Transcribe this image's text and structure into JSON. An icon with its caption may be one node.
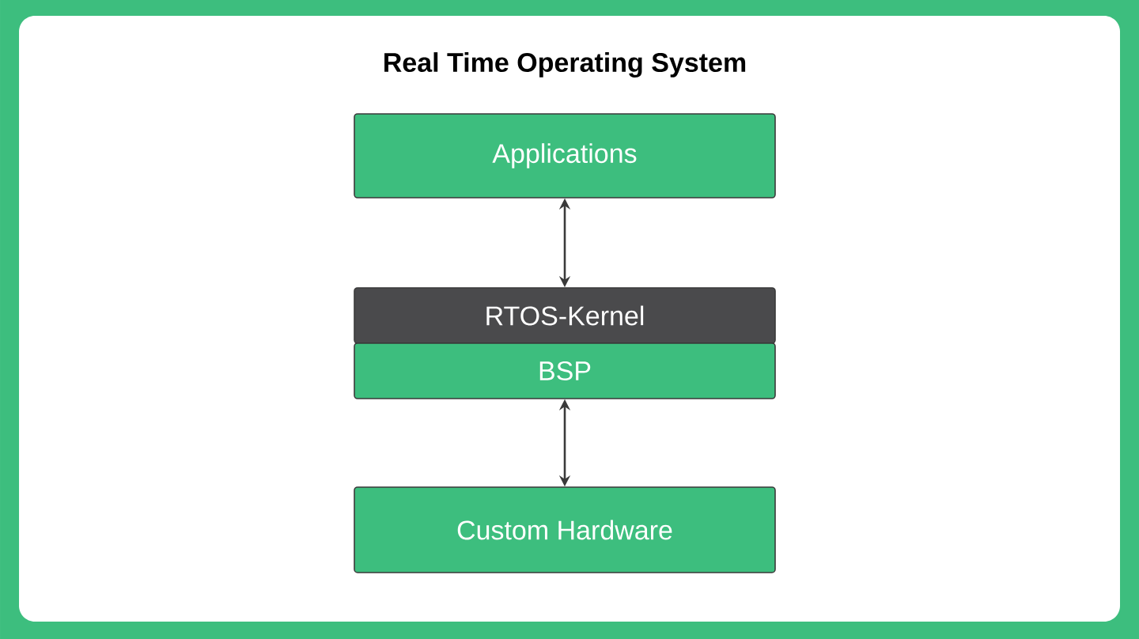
{
  "diagram": {
    "title": "Real Time Operating System",
    "nodes": [
      {
        "text": [
          "Applications"
        ]
      },
      {
        "text": [
          "RTOS-Kernel"
        ]
      },
      {
        "text": [
          "BSP"
        ]
      },
      {
        "text": [
          "Custom Hardware"
        ]
      }
    ],
    "edges": [
      {
        "from": 0,
        "to": 1,
        "arrow": "both"
      },
      {
        "from": 2,
        "to": 3,
        "arrow": "both"
      }
    ]
  }
}
